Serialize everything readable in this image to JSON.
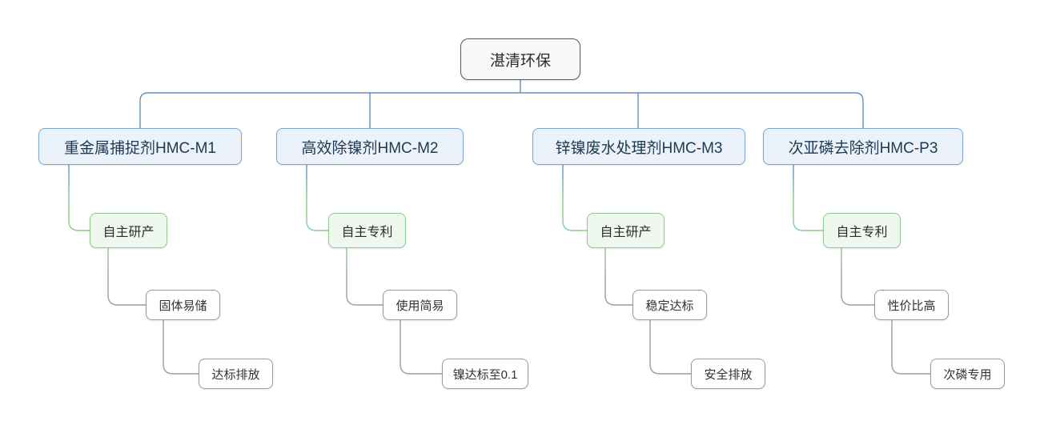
{
  "tree": {
    "root": {
      "label": "湛清环保"
    },
    "branches": [
      {
        "label": "重金属捕捉剂HMC-M1",
        "level2": {
          "label": "自主研产"
        },
        "level3": {
          "label": "固体易储"
        },
        "level4": {
          "label": "达标排放"
        }
      },
      {
        "label": "高效除镍剂HMC-M2",
        "level2": {
          "label": "自主专利"
        },
        "level3": {
          "label": "使用简易"
        },
        "level4": {
          "label": "镍达标至0.1"
        }
      },
      {
        "label": "锌镍废水处理剂HMC-M3",
        "level2": {
          "label": "自主研产"
        },
        "level3": {
          "label": "稳定达标"
        },
        "level4": {
          "label": "安全排放"
        }
      },
      {
        "label": "次亚磷去除剂HMC-P3",
        "level2": {
          "label": "自主专利"
        },
        "level3": {
          "label": "性价比高"
        },
        "level4": {
          "label": "次磷专用"
        }
      }
    ]
  },
  "colors": {
    "root_bg": "#f8f8f8",
    "root_border": "#5a5a5a",
    "root_text": "#2b2b2b",
    "branch_bg": "#ebf2f9",
    "branch_border": "#7aa6cf",
    "branch_text": "#1d3a52",
    "feature_bg": "#eef8ee",
    "feature_border": "#8fc98f",
    "feature_text": "#2b2b2b",
    "detail_bg": "#ffffff",
    "detail_border": "#9b9b9b",
    "detail_text": "#333333",
    "connector_blue": "#6591bd",
    "connector_green": "#8fc98f",
    "connector_gray": "#9e9e9e"
  }
}
